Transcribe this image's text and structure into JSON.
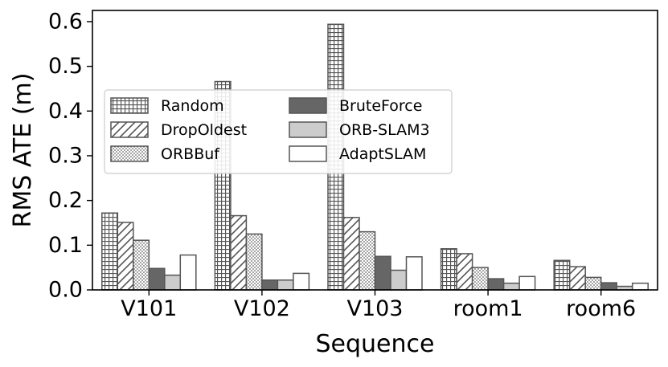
{
  "chart_data": {
    "type": "bar",
    "title": "",
    "xlabel": "Sequence",
    "ylabel": "RMS ATE (m)",
    "categories": [
      "V101",
      "V102",
      "V103",
      "room1",
      "room6"
    ],
    "ylim": [
      0,
      0.625
    ],
    "yticks": [
      "0.0",
      "0.1",
      "0.2",
      "0.3",
      "0.4",
      "0.5",
      "0.6"
    ],
    "grid": false,
    "legend_placement": "upper-left",
    "series": [
      {
        "name": "Random",
        "pattern": "grid",
        "values": [
          0.172,
          0.466,
          0.594,
          0.092,
          0.066
        ]
      },
      {
        "name": "DropOldest",
        "pattern": "diagonal",
        "values": [
          0.151,
          0.166,
          0.162,
          0.081,
          0.052
        ]
      },
      {
        "name": "ORBBuf",
        "pattern": "dots",
        "values": [
          0.111,
          0.125,
          0.13,
          0.05,
          0.028
        ]
      },
      {
        "name": "BruteForce",
        "pattern": "solid-dark",
        "values": [
          0.048,
          0.022,
          0.075,
          0.025,
          0.016
        ]
      },
      {
        "name": "ORB-SLAM3",
        "pattern": "solid-light",
        "values": [
          0.033,
          0.022,
          0.044,
          0.015,
          0.008
        ]
      },
      {
        "name": "AdaptSLAM",
        "pattern": "white",
        "values": [
          0.078,
          0.037,
          0.074,
          0.03,
          0.015
        ]
      }
    ]
  }
}
